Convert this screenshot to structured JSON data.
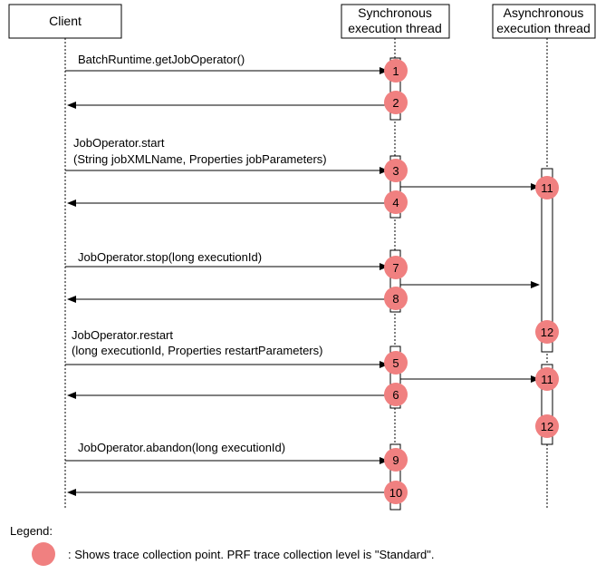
{
  "participants": {
    "client": "Client",
    "sync_line1": "Synchronous",
    "sync_line2": "execution thread",
    "async_line1": "Asynchronous",
    "async_line2": "execution thread"
  },
  "messages": {
    "m1": "BatchRuntime.getJobOperator()",
    "m3a": "JobOperator.start",
    "m3b": "(String jobXMLName, Properties jobParameters)",
    "m7": "JobOperator.stop(long executionId)",
    "m5a": "JobOperator.restart",
    "m5b": "(long executionId, Properties restartParameters)",
    "m9": "JobOperator.abandon(long executionId)"
  },
  "points": {
    "p1": "1",
    "p2": "2",
    "p3": "3",
    "p4": "4",
    "p11a": "11",
    "p7": "7",
    "p8": "8",
    "p12a": "12",
    "p5": "5",
    "p11b": "11",
    "p6": "6",
    "p12b": "12",
    "p9": "9",
    "p10": "10"
  },
  "legend": {
    "title": "Legend:",
    "text": ": Shows trace collection point. PRF trace collection level is \"Standard\"."
  },
  "colors": {
    "trace_point": "#f08080",
    "line": "#000000"
  }
}
